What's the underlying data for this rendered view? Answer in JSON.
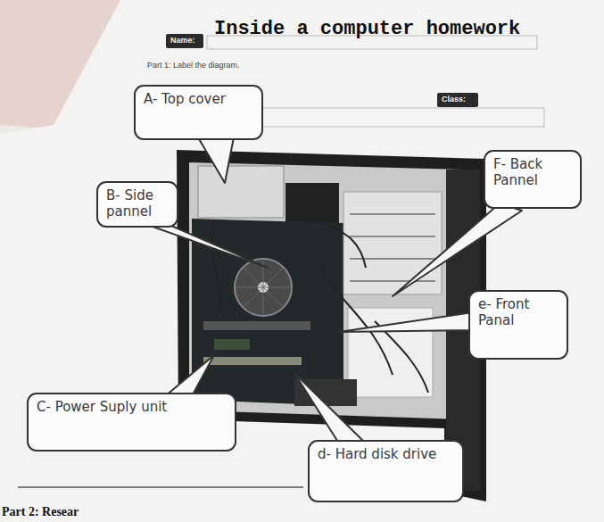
{
  "diagram": {
    "title": "Inside a computer homework",
    "nodes": [
      {
        "text": [
          "Name:"
        ]
      },
      {
        "text": [
          "Class:"
        ]
      },
      {
        "text": [
          "A- Top cover"
        ]
      },
      {
        "text": [
          "B- Side pannel"
        ]
      },
      {
        "text": [
          "F- Back Pannel"
        ]
      },
      {
        "text": [
          "e- Front Panal"
        ]
      },
      {
        "text": [
          "C- Power Suply unit"
        ]
      },
      {
        "text": [
          "d- Hard disk drive"
        ]
      }
    ],
    "labels": [
      "Part 1: Label the diagram.",
      "Part 2: Resear"
    ]
  }
}
